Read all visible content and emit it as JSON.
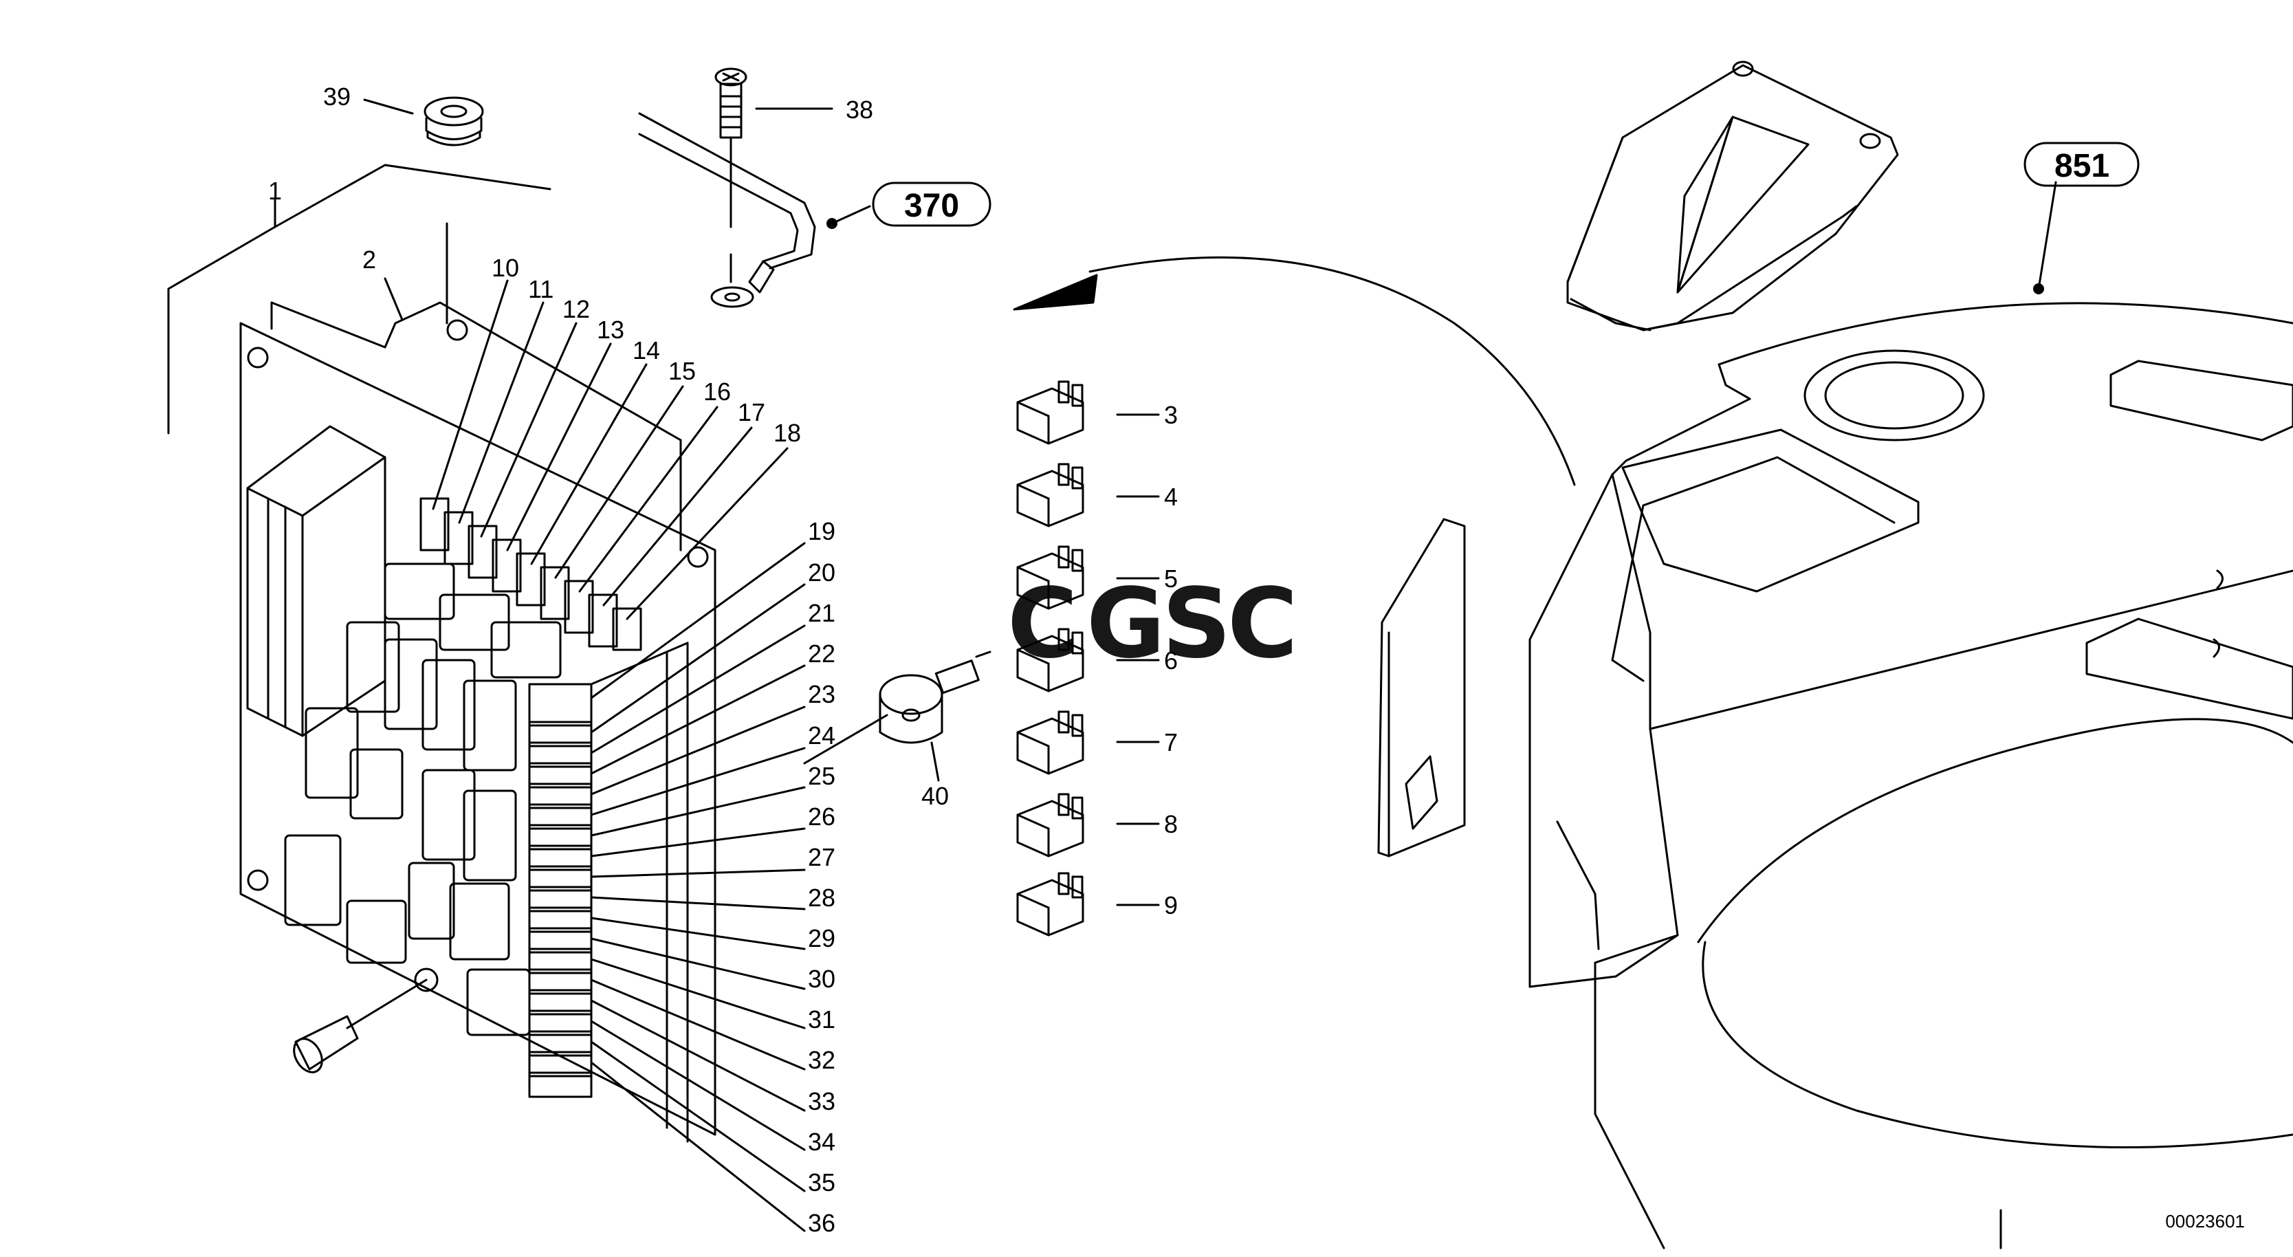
{
  "labels": {
    "l1": "1",
    "l2": "2",
    "l3": "3",
    "l4": "4",
    "l5": "5",
    "l6": "6",
    "l7": "7",
    "l8": "8",
    "l9": "9",
    "l10": "10",
    "l11": "11",
    "l12": "12",
    "l13": "13",
    "l14": "14",
    "l15": "15",
    "l16": "16",
    "l17": "17",
    "l18": "18",
    "l19": "19",
    "l20": "20",
    "l21": "21",
    "l22": "22",
    "l23": "23",
    "l24": "24",
    "l25": "25",
    "l26": "26",
    "l27": "27",
    "l28": "28",
    "l29": "29",
    "l30": "30",
    "l31": "31",
    "l32": "32",
    "l33": "33",
    "l34": "34",
    "l35": "35",
    "l36": "36",
    "l38": "38",
    "l39": "39",
    "l40": "40"
  },
  "callouts": {
    "c370": "370",
    "c851": "851"
  },
  "drawing_number": "00023601",
  "watermark": {
    "letters": [
      "C",
      "G",
      "S",
      "C"
    ],
    "colors": [
      "#7fa9f0",
      "#f08c8c",
      "#f5d76e",
      "#7cc9a0"
    ]
  }
}
